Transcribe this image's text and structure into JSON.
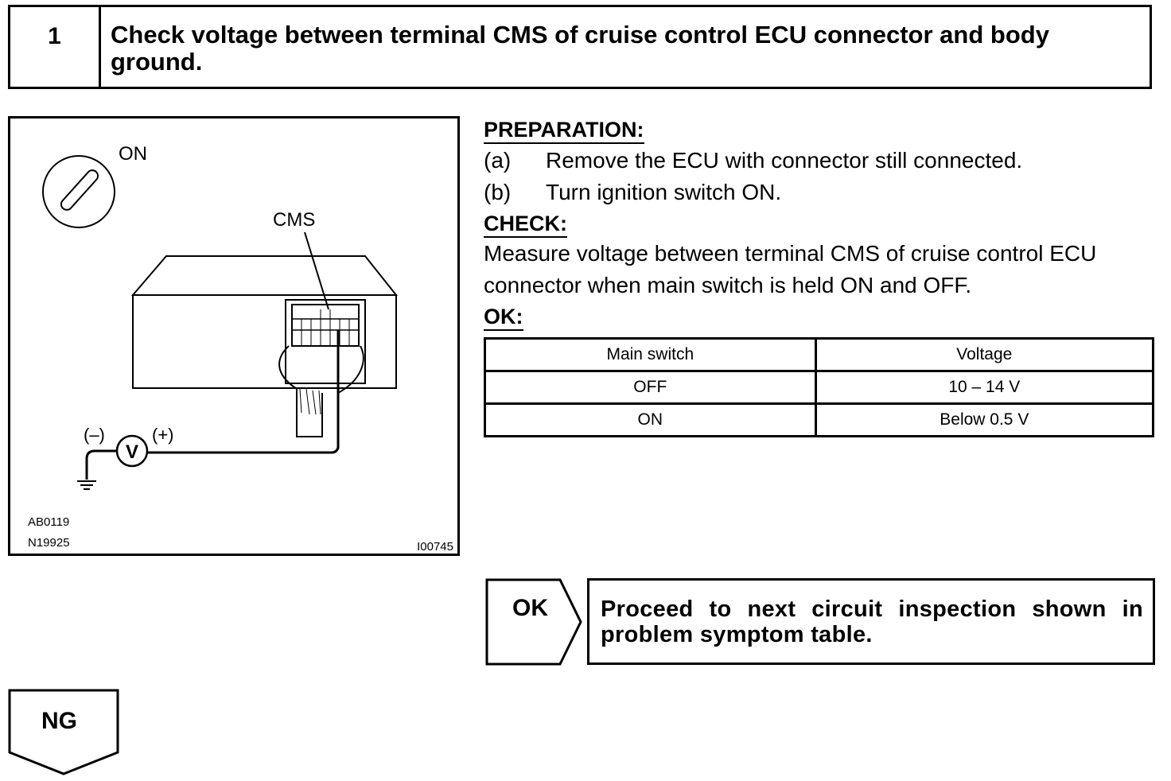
{
  "step": {
    "number": "1",
    "title": "Check voltage between terminal CMS of cruise control ECU connector and body ground."
  },
  "illustration": {
    "switch_label": "ON",
    "terminal_label": "CMS",
    "minus_label": "(–)",
    "plus_label": "(+)",
    "meter_label": "V",
    "ref_code_1": "AB0119",
    "ref_code_2": "N19925",
    "figure_code": "I00745"
  },
  "preparation": {
    "heading": "PREPARATION:",
    "items": [
      {
        "letter": "(a)",
        "text": "Remove the ECU with connector still connected."
      },
      {
        "letter": "(b)",
        "text": "Turn ignition switch ON."
      }
    ]
  },
  "check": {
    "heading": "CHECK:",
    "line1": "Measure voltage between terminal CMS of cruise control ECU",
    "line2": "connector when main switch is held ON and OFF."
  },
  "ok_spec": {
    "heading": "OK:",
    "columns": [
      "Main switch",
      "Voltage"
    ],
    "rows": [
      [
        "OFF",
        "10 – 14 V"
      ],
      [
        "ON",
        "Below 0.5 V"
      ]
    ]
  },
  "result_ok": {
    "label": "OK",
    "text": "Proceed to next circuit inspection shown in problem symptom table."
  },
  "result_ng": {
    "label": "NG"
  }
}
